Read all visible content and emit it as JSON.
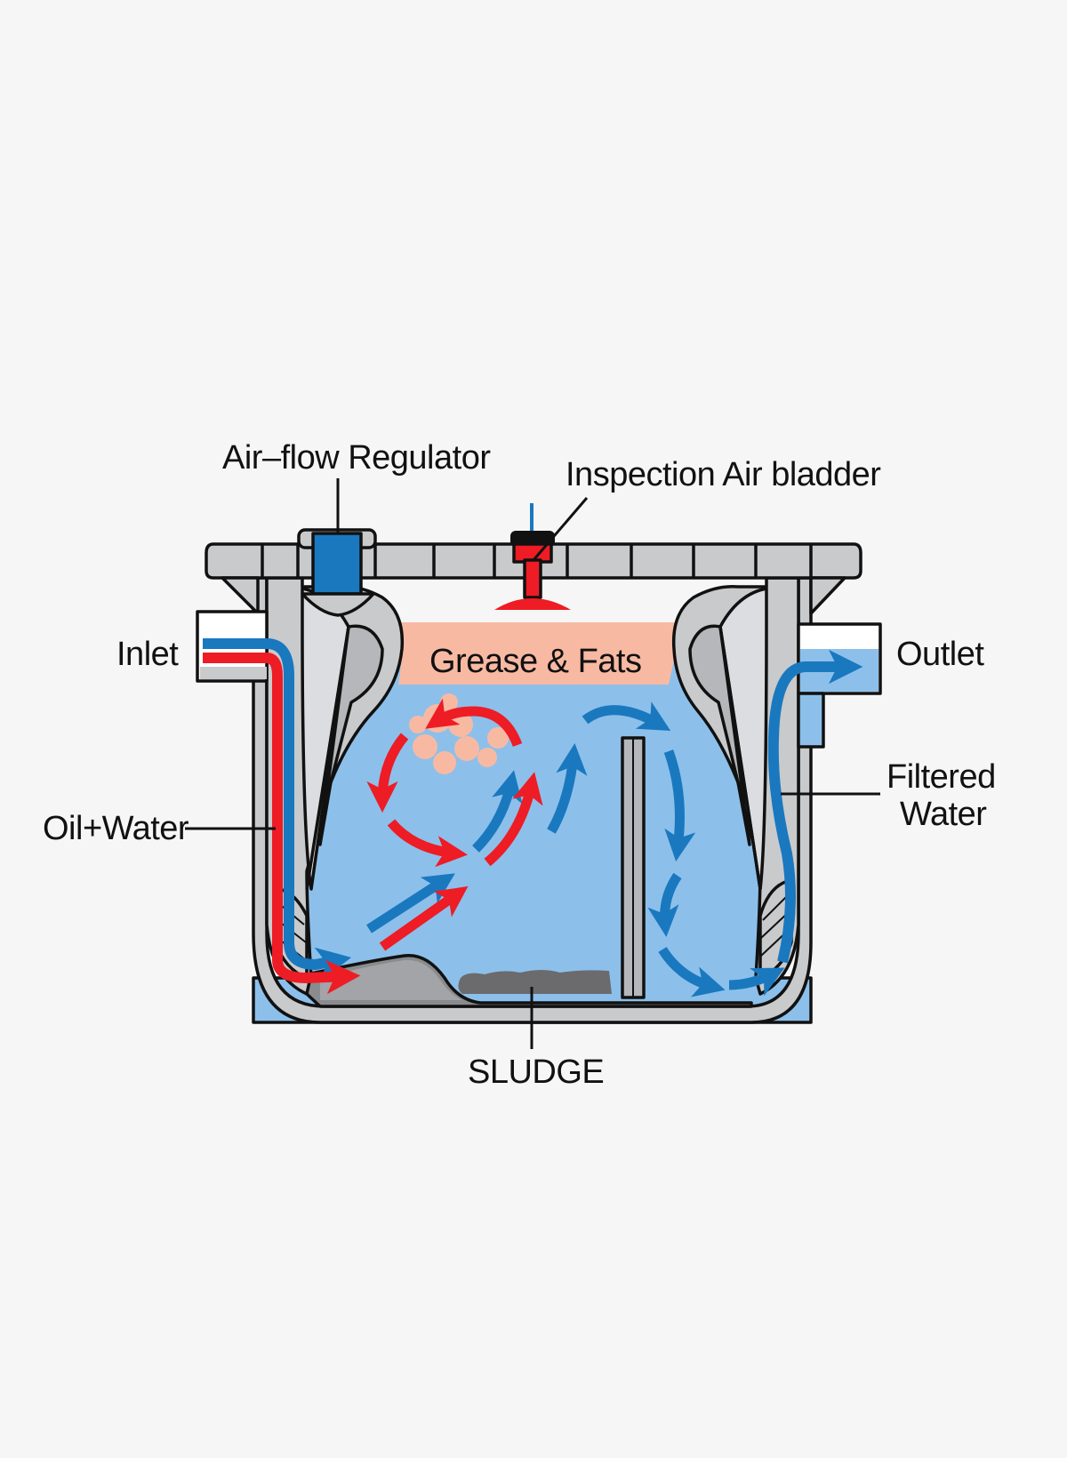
{
  "labels": {
    "airflow_regulator": "Air–flow Regulator",
    "inspection_air_bladder": "Inspection Air bladder",
    "inlet": "Inlet",
    "outlet": "Outlet",
    "grease_fats": "Grease & Fats",
    "oil_water": "Oil+Water",
    "filtered_water_line1": "Filtered",
    "filtered_water_line2": "Water",
    "sludge": "SLUDGE"
  },
  "colors": {
    "background": "#f6f6f6",
    "water": "#8cc0ea",
    "water_dark": "#1a78bf",
    "oil_flow": "#ee1c25",
    "grease_layer": "#f8b9a3",
    "tank_grey": "#c9cacc",
    "sludge": "#6b6b6e"
  }
}
